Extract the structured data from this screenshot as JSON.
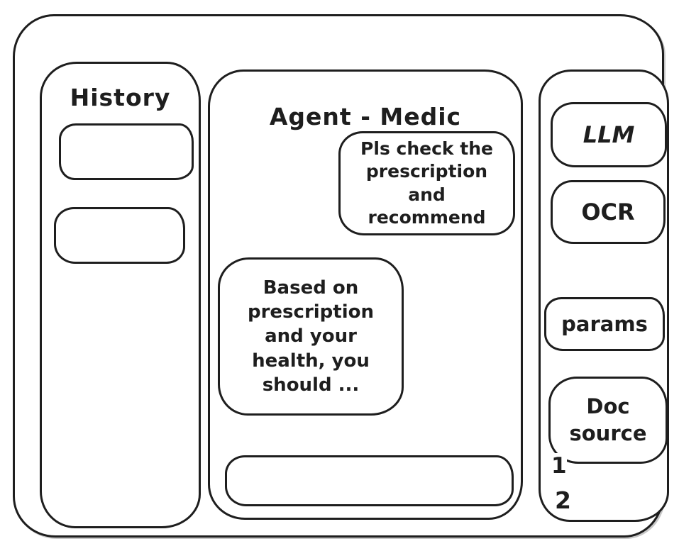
{
  "colors": {
    "stroke": "#1e1e1e",
    "background": "#ffffff"
  },
  "history_panel": {
    "title": "History",
    "items": [
      {
        "label": ""
      },
      {
        "label": ""
      }
    ]
  },
  "chat_panel": {
    "title": "Agent - Medic",
    "messages": [
      {
        "role": "user",
        "text": "Pls check the prescription and recommend"
      },
      {
        "role": "assistant",
        "text": "Based on prescription and your health, you should ..."
      }
    ],
    "input": {
      "value": "",
      "placeholder": ""
    }
  },
  "tools_panel": {
    "buttons": [
      {
        "id": "llm",
        "label": "LLM"
      },
      {
        "id": "ocr",
        "label": "OCR"
      },
      {
        "id": "params",
        "label": "params"
      },
      {
        "id": "doc-source",
        "label": "Doc source"
      }
    ],
    "doc_source_items": [
      "1",
      "2"
    ]
  }
}
